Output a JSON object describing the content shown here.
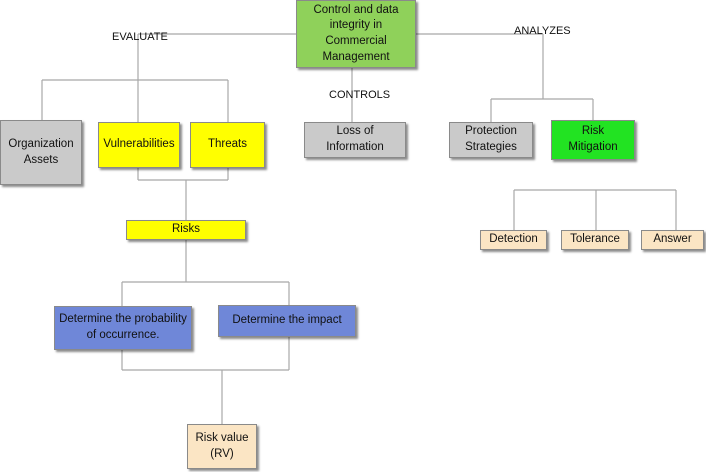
{
  "colors": {
    "green": "#8fd15a",
    "bright_green": "#22e322",
    "gray": "#cacaca",
    "yellow": "#ffff00",
    "blue": "#6f87d8",
    "peach": "#fbe5c4"
  },
  "nodes": {
    "root": "Control and data integrity in Commercial Management",
    "org_assets": "Organization Assets",
    "vulnerabilities": "Vulnerabilities",
    "threats": "Threats",
    "loss_info": "Loss of Information",
    "protection": "Protection Strategies",
    "risk_mitigation": "Risk Mitigation",
    "detection": "Detection",
    "tolerance": "Tolerance",
    "answer": "Answer",
    "risks": "Risks",
    "probability": "Determine the probability of occurrence.",
    "impact": "Determine the impact",
    "risk_value": "Risk value (RV)"
  },
  "edge_labels": {
    "evaluate": "EVALUATE",
    "controls": "CONTROLS",
    "analyzes": "ANALYZES"
  }
}
